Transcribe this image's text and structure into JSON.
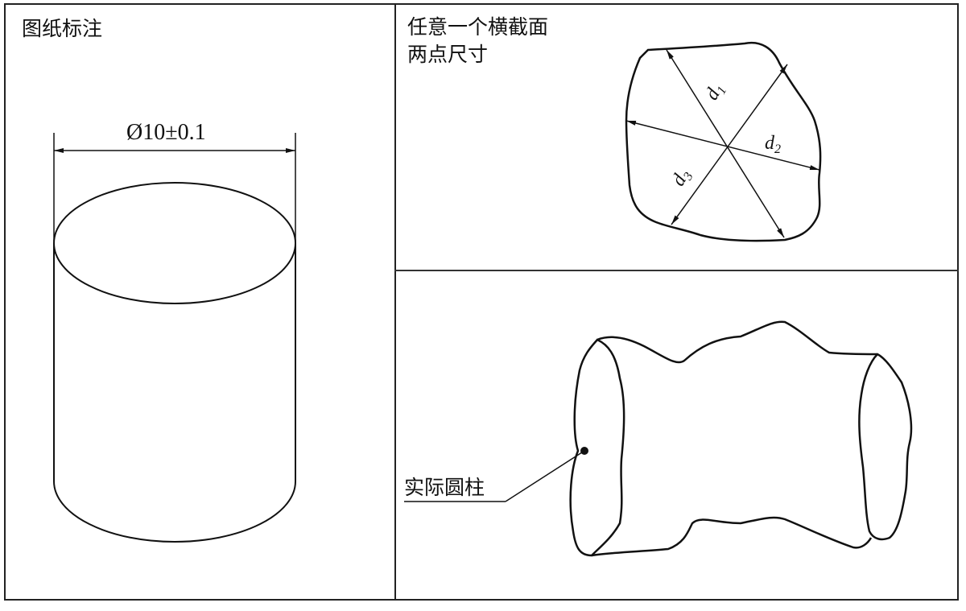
{
  "panels": {
    "drawing": {
      "title": "图纸标注",
      "dimension": {
        "symbol": "Ø",
        "value": "10",
        "tolerance": "±0.1",
        "text": "Ø10±0.1"
      }
    },
    "cross_section": {
      "title_line1": "任意一个横截面",
      "title_line2": "两点尺寸",
      "labels": [
        "d1",
        "d2",
        "d3"
      ]
    },
    "actual": {
      "label": "实际圆柱"
    }
  },
  "colors": {
    "line": "#111111",
    "background": "#ffffff"
  }
}
